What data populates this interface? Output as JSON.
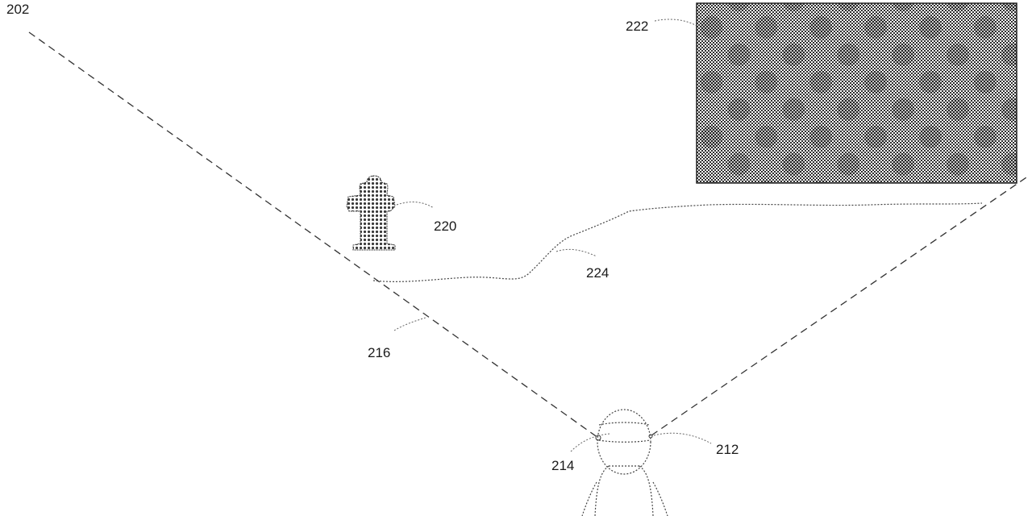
{
  "figure": {
    "labels": {
      "field_of_view": "202",
      "device": "212",
      "sensor": "214",
      "boundary": "216",
      "hydrant": "220",
      "display_region": "222",
      "horizon": "224"
    },
    "colors": {
      "ink": "#333333",
      "fill_dark": "#4a4a4a",
      "background": "#ffffff"
    }
  }
}
